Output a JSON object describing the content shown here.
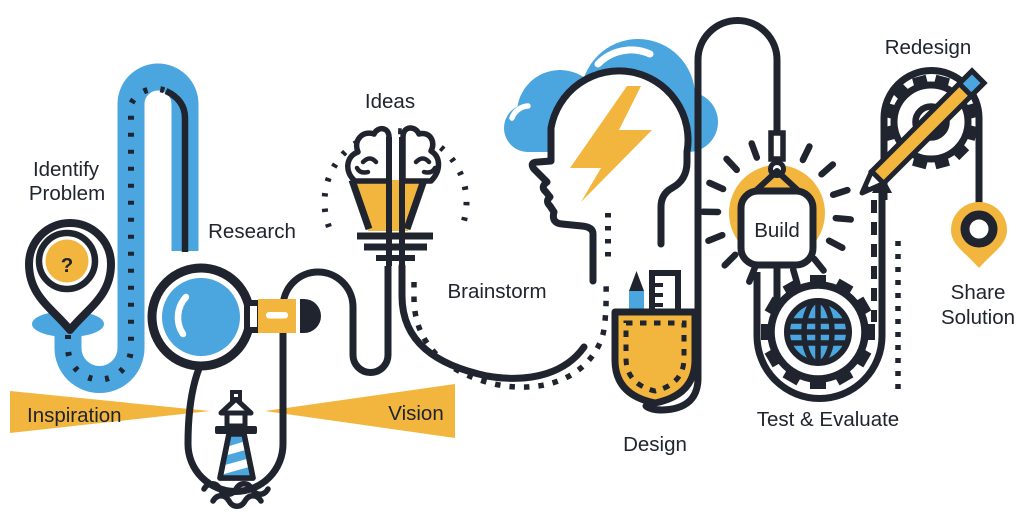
{
  "colors": {
    "blue": "#4BA6DF",
    "yellow": "#F2B63F",
    "ink": "#20242E",
    "white": "#FFFFFF"
  },
  "labels": {
    "identify_line1": "Identify",
    "identify_line2": "Problem",
    "question_mark": "?",
    "research": "Research",
    "ideas": "Ideas",
    "brainstorm": "Brainstorm",
    "inspiration": "Inspiration",
    "vision": "Vision",
    "design": "Design",
    "build": "Build",
    "test_evaluate": "Test & Evaluate",
    "redesign": "Redesign",
    "share_line1": "Share",
    "share_line2": "Solution"
  },
  "icons": {
    "identify": "map-pin-question-icon",
    "research": "magnifying-glass-icon",
    "ideas": "lightbulb-brain-icon",
    "brainstorm": "head-storm-cloud-lightning-icon",
    "inspiration_vision": "lighthouse-beams-icon",
    "design": "pocket-pencil-ruler-icon",
    "build": "hanging-sign-icon",
    "test_evaluate": "gear-globe-icon",
    "redesign": "gear-pencil-icon",
    "share": "location-pin-icon"
  }
}
